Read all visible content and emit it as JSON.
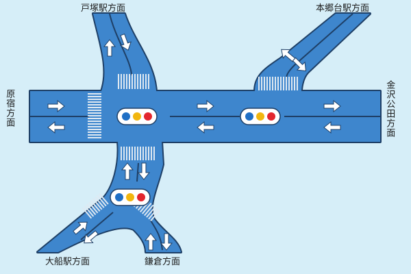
{
  "colors": {
    "background": "#d6eef8",
    "road": "#3e86cd",
    "road_edge": "#1e3f66",
    "arrow_fill": "#ffffff",
    "crosswalk": "#dfe9f2",
    "signal_body": "#ffffff",
    "signal_blue": "#1f6fc5",
    "signal_yellow": "#f2b60f",
    "signal_red": "#e3262e"
  },
  "directions": {
    "totsuka": "戸塚駅方面",
    "hongodai": "本郷台駅方面",
    "harajuku": "原宿方面",
    "kanazawa": "金沢公田方面",
    "ofuna": "大船駅方面",
    "kamakura": "鎌倉方面"
  },
  "signals": [
    {
      "name": "signal-west-intersection",
      "lights": [
        "blue",
        "yellow",
        "red"
      ]
    },
    {
      "name": "signal-east-intersection",
      "lights": [
        "blue",
        "yellow",
        "red"
      ]
    },
    {
      "name": "signal-south-fork",
      "lights": [
        "blue",
        "yellow",
        "red"
      ]
    }
  ],
  "icons": [
    "direction-arrow-icon",
    "traffic-signal-icon",
    "crosswalk-icon"
  ]
}
